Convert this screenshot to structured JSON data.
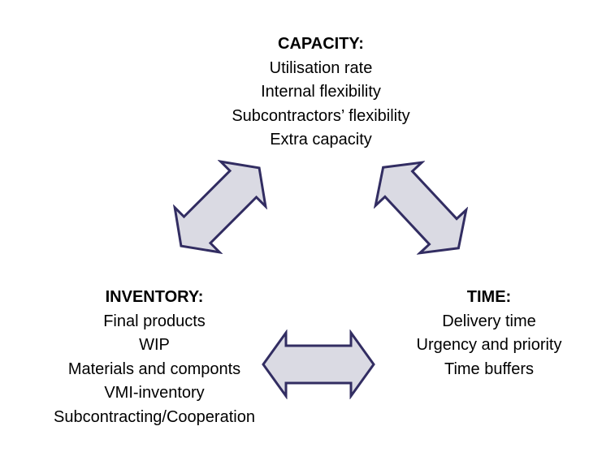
{
  "slide": {
    "background": "#ffffff",
    "text_color": "#000000",
    "arrow_fill": "#dadae3",
    "arrow_stroke": "#322d62",
    "nodes": {
      "capacity": {
        "title": "CAPACITY:",
        "items": [
          "Utilisation rate",
          "Internal flexibility",
          "Subcontractors’ flexibility",
          "Extra capacity"
        ]
      },
      "inventory": {
        "title": "INVENTORY:",
        "items": [
          "Final products",
          "WIP",
          "Materials and componts",
          "VMI-inventory",
          "Subcontracting/Cooperation"
        ]
      },
      "time": {
        "title": "TIME:",
        "items": [
          "Delivery time",
          "Urgency and priority",
          "Time buffers"
        ]
      }
    },
    "connectors": [
      {
        "id": "capacity-inventory",
        "type": "double-headed-arrow",
        "orientation": "diagonal-bottomleft-topright"
      },
      {
        "id": "capacity-time",
        "type": "double-headed-arrow",
        "orientation": "diagonal-topleft-bottomright"
      },
      {
        "id": "inventory-time",
        "type": "double-headed-arrow",
        "orientation": "horizontal"
      }
    ]
  }
}
